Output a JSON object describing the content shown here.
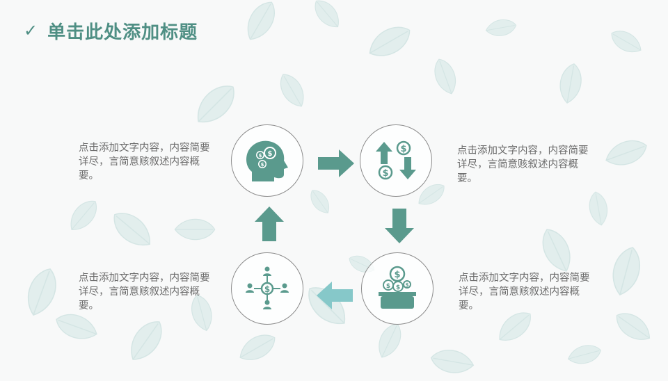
{
  "header": {
    "check_icon": "✓",
    "title": "单击此处添加标题"
  },
  "blocks": [
    {
      "text": "点击添加文字内容，内容简要详尽，言简意赅叙述内容概要。"
    },
    {
      "text": "点击添加文字内容，内容简要详尽，言简意赅叙述内容概要。"
    },
    {
      "text": "点击添加文字内容，内容简要详尽，言简意赅叙述内容概要。"
    },
    {
      "text": "点击添加文字内容，内容简要详尽，言简意赅叙述内容概要。"
    }
  ],
  "icons": [
    "head-money-icon",
    "money-exchange-icon",
    "money-box-icon",
    "people-money-network-icon"
  ],
  "colors": {
    "accent": "#4f8f84",
    "arrow_dark": "#5a9a8d",
    "arrow_light": "#86c8c9",
    "text": "#6b6b6b",
    "circle_border": "#8c8c8c"
  }
}
